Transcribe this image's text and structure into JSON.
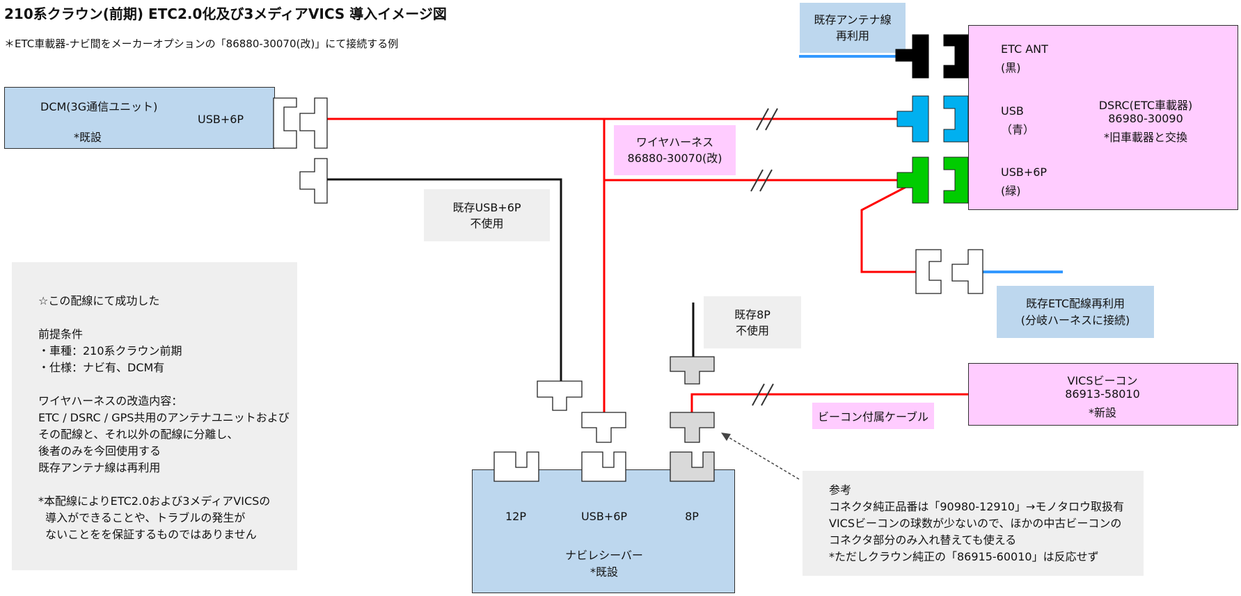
{
  "title": "210系クラウン(前期) ETC2.0化及び3メディアVICS 導入イメージ図",
  "subtitle": "＊ETC車載器-ナビ間をメーカーオプションの「86880-30070(改)」にて接続する例",
  "colors": {
    "red_wire": "#ff0000",
    "black_wire": "#111111",
    "blue_wire": "#3399ff",
    "blue_box": "#bdd7ee",
    "pink_box": "#ffccff",
    "gray_box": "#efefef",
    "conn_blue": "#00b0f0",
    "conn_green": "#00cc00",
    "conn_black": "#000000",
    "conn_gray": "#d9d9d9"
  },
  "dcm": {
    "name": "DCM(3G通信ユニット)",
    "port": "USB+6P",
    "status": "*既設"
  },
  "navi": {
    "ports": [
      "12P",
      "USB+6P",
      "8P"
    ],
    "name": "ナビレシーバー",
    "status": "*既設"
  },
  "dsrc": {
    "title": "DSRC(ETC車載器)",
    "part": "86980-30090",
    "note": "*旧車載器と交換",
    "ports": [
      {
        "name": "ETC ANT",
        "color": "(黒)"
      },
      {
        "name": "USB",
        "color": "（青）"
      },
      {
        "name": "USB+6P",
        "color": "(緑)"
      }
    ]
  },
  "vics": {
    "name": "VICSビーコン",
    "part": "86913-58010",
    "status": "*新設"
  },
  "labels": {
    "existing_antenna_line1": "既存アンテナ線",
    "existing_antenna_line2": "再利用",
    "harness_line1": "ワイヤハーネス",
    "harness_line2": "86880-30070(改)",
    "unused_usb_line1": "既存USB+6P",
    "unused_usb_line2": "不使用",
    "unused_8p_line1": "既存8P",
    "unused_8p_line2": "不使用",
    "existing_etc_line1": "既存ETC配線再利用",
    "existing_etc_line2": "(分岐ハーネスに接続)",
    "beacon_cable": "ビーコン付属ケーブル"
  },
  "success_note": {
    "lines": [
      "☆この配線にて成功した",
      "",
      "前提条件",
      "・車種：210系クラウン前期",
      "・仕様：ナビ有、DCM有",
      "",
      "ワイヤハーネスの改造内容：",
      "ETC / DSRC / GPS共用のアンテナユニットおよび",
      "その配線と、それ以外の配線に分離し、",
      "後者のみを今回使用する",
      "既存アンテナ線は再利用",
      "",
      "*本配線によりETC2.0および3メディアVICSの",
      "  導入ができることや、トラブルの発生が",
      "  ないことをを保証するものではありません"
    ]
  },
  "reference_note": {
    "lines": [
      "参考",
      "コネクタ純正品番は「90980-12910」→モノタロウ取扱有",
      "VICSビーコンの球数が少ないので、ほかの中古ビーコンの",
      "コネクタ部分のみ入れ替えても使える",
      "*ただしクラウン純正の「86915-60010」は反応せず"
    ]
  }
}
